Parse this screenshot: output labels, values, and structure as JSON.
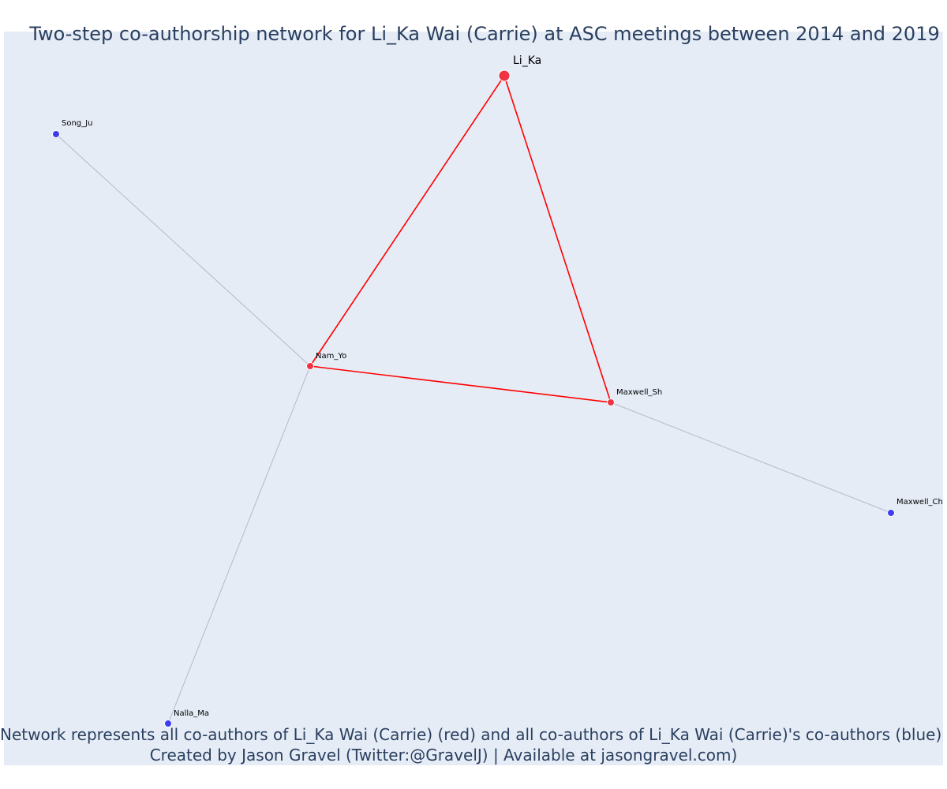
{
  "title": "Two-step co-authorship network for Li_Ka Wai (Carrie) at ASC meetings between 2014 and 2019",
  "footer": {
    "line1": "Network represents all co-authors of Li_Ka Wai (Carrie) (red) and all co-authors of Li_Ka Wai (Carrie)'s co-authors (blue)",
    "line2": "Created by Jason Gravel (Twitter:@GravelJ) | Available at jasongravel.com)"
  },
  "colors": {
    "background": "#e5ecf6",
    "focal_edge": "#ff0000",
    "secondary_edge": "#b7b7c8",
    "red_node": "#ef3340",
    "blue_node": "#3c3cf0",
    "title": "#2a3f5f"
  },
  "nodes": [
    {
      "id": "Li_Ka",
      "label": "Li_Ka",
      "group": "focal"
    },
    {
      "id": "Nam_Yo",
      "label": "Nam_Yo",
      "group": "red"
    },
    {
      "id": "Maxwell_Sh",
      "label": "Maxwell_Sh",
      "group": "red"
    },
    {
      "id": "Song_Ju",
      "label": "Song_Ju",
      "group": "blue"
    },
    {
      "id": "Nalla_Ma",
      "label": "Nalla_Ma",
      "group": "blue"
    },
    {
      "id": "Maxwell_Ch",
      "label": "Maxwell_Ch",
      "group": "blue"
    }
  ],
  "edges": [
    {
      "source": "Li_Ka",
      "target": "Nam_Yo",
      "type": "focal"
    },
    {
      "source": "Li_Ka",
      "target": "Maxwell_Sh",
      "type": "focal"
    },
    {
      "source": "Nam_Yo",
      "target": "Maxwell_Sh",
      "type": "focal"
    },
    {
      "source": "Nam_Yo",
      "target": "Song_Ju",
      "type": "secondary"
    },
    {
      "source": "Nam_Yo",
      "target": "Nalla_Ma",
      "type": "secondary"
    },
    {
      "source": "Maxwell_Sh",
      "target": "Maxwell_Ch",
      "type": "secondary"
    }
  ]
}
